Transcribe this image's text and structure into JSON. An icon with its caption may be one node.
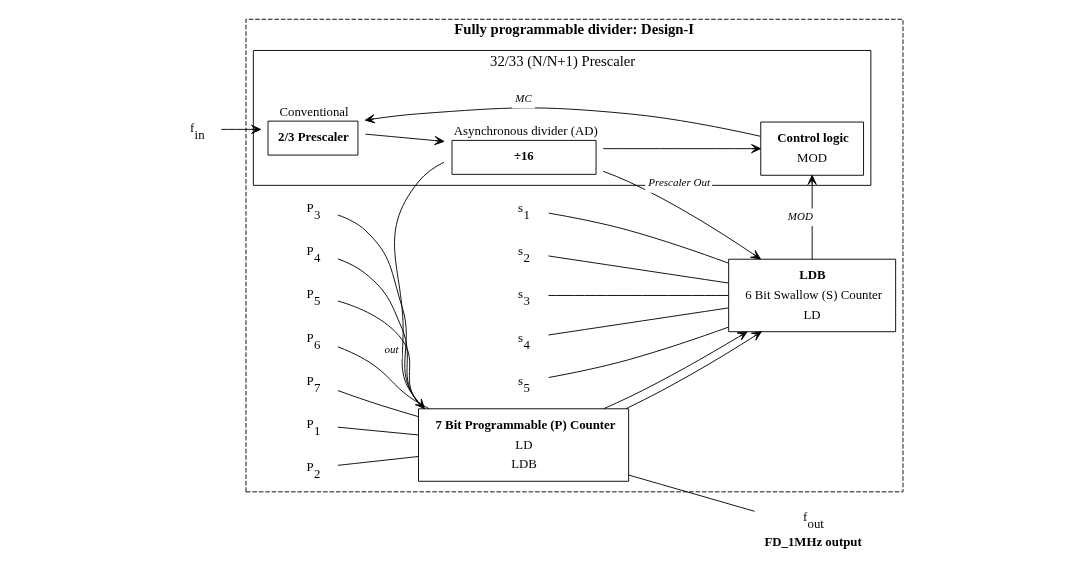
{
  "diagram": {
    "nodes": [
      {
        "text": [
          "Fully programmable divider: Design-I"
        ]
      },
      {
        "text": [
          "f$_{in}$"
        ]
      },
      {
        "text": [
          "32/33 (N/N+1) Prescaler"
        ],
        "in": 0
      },
      {
        "text": [
          "2/3 Prescaler"
        ],
        "beside": [
          "Conventional"
        ],
        "in": 2
      },
      {
        "text": [
          "÷16"
        ],
        "beside": [
          "Asynchronous divider (AD)"
        ],
        "in": 2
      },
      {
        "text": [
          "Control logic",
          "MOD"
        ],
        "in": 2
      },
      {
        "text": [
          "7 Bit Programmable (P) Counter",
          "LD",
          "LDB"
        ],
        "in": 0
      },
      {
        "text": [
          "f$_{out}$"
        ],
        "beside": [
          "FD_1MHz output"
        ]
      },
      {
        "text": [
          "P$_{1}$"
        ],
        "in": 0
      },
      {
        "text": [
          "P$_{2}$"
        ],
        "in": 0
      },
      {
        "text": [
          "P$_{3}$"
        ],
        "in": 0
      },
      {
        "text": [
          "P$_{4}$"
        ],
        "in": 0
      },
      {
        "text": [
          "P$_{5}$"
        ],
        "in": 0
      },
      {
        "text": [
          "P$_{6}$"
        ],
        "in": 0
      },
      {
        "text": [
          "P$_{7}$"
        ],
        "in": 0
      },
      {
        "text": [
          "LDB",
          "6 Bit Swallow (S) Counter",
          "LD"
        ],
        "in": 0
      },
      {
        "text": [
          "s$_{1}$"
        ],
        "in": 0
      },
      {
        "text": [
          "s$_{2}$"
        ],
        "in": 0
      },
      {
        "text": [
          "s$_{3}$"
        ],
        "in": 0
      },
      {
        "text": [
          "s$_{4}$"
        ],
        "in": 0
      },
      {
        "text": [
          "s$_{5}$"
        ],
        "in": 0
      }
    ],
    "edges": [
      {
        "from": 1,
        "to": 3,
        "arrow": "to"
      },
      {
        "from": 3,
        "to": 4,
        "arrow": "to"
      },
      {
        "from": 4,
        "to": 5,
        "arrow": "to"
      },
      {
        "from": 5,
        "to": 3,
        "arrow": "to",
        "label": "MC"
      },
      {
        "from": 4,
        "to": 6,
        "arrow": "to",
        "label": "out"
      },
      {
        "from": 4,
        "to": 15,
        "arrow": "to",
        "label": "Prescaler Out"
      },
      {
        "from": 6,
        "to": 7,
        "arrow": "none"
      },
      {
        "from": 6,
        "to": 15,
        "arrow": "to"
      },
      {
        "from": 6,
        "to": 15,
        "arrow": "to"
      },
      {
        "from": 15,
        "to": 5,
        "arrow": "to",
        "label": "MOD"
      },
      {
        "from": 8,
        "to": 6,
        "arrow": "none"
      },
      {
        "from": 9,
        "to": 6,
        "arrow": "none"
      },
      {
        "from": 10,
        "to": 6,
        "arrow": "none"
      },
      {
        "from": 11,
        "to": 6,
        "arrow": "none"
      },
      {
        "from": 12,
        "to": 6,
        "arrow": "none"
      },
      {
        "from": 13,
        "to": 6,
        "arrow": "none"
      },
      {
        "from": 14,
        "to": 6,
        "arrow": "none"
      },
      {
        "from": 16,
        "to": 15,
        "arrow": "none"
      },
      {
        "from": 17,
        "to": 15,
        "arrow": "none"
      },
      {
        "from": 18,
        "to": 15,
        "arrow": "none"
      },
      {
        "from": 19,
        "to": 15,
        "arrow": "none"
      },
      {
        "from": 20,
        "to": 15,
        "arrow": "none"
      }
    ]
  }
}
